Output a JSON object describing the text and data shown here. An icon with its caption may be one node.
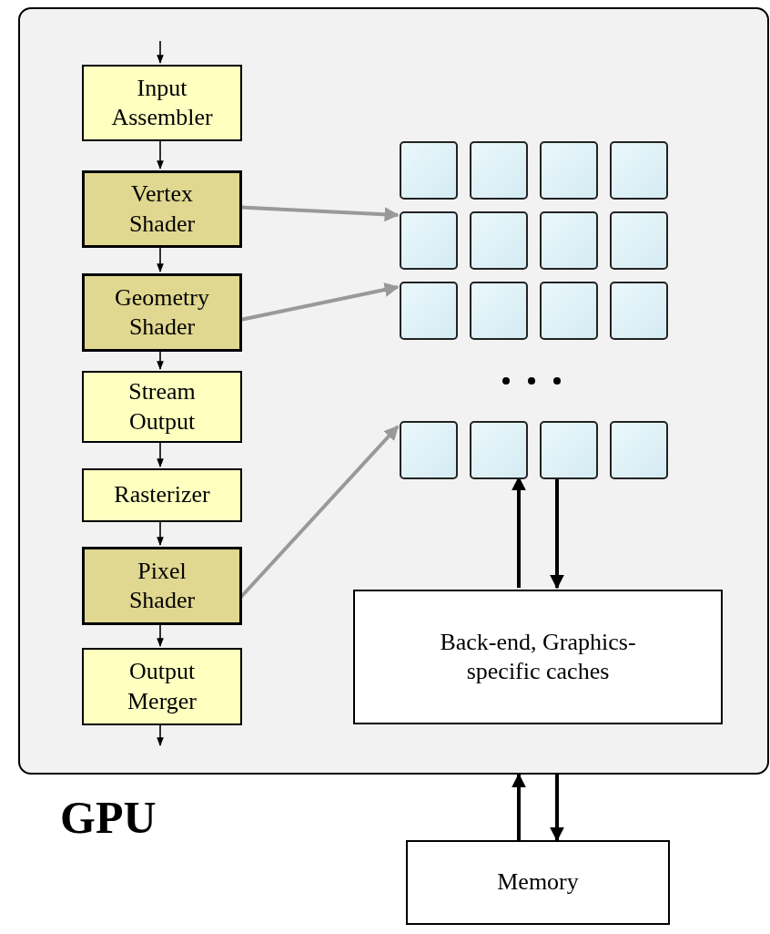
{
  "diagram": {
    "nodes": [
      {
        "text": [
          "GPU"
        ]
      },
      {
        "text": [
          "Input Assembler"
        ],
        "in": 0
      },
      {
        "text": [
          "Vertex Shader"
        ],
        "in": 0
      },
      {
        "text": [
          "Geometry Shader"
        ],
        "in": 0
      },
      {
        "text": [
          "Stream Output"
        ],
        "in": 0
      },
      {
        "text": [
          "Rasterizer"
        ],
        "in": 0
      },
      {
        "text": [
          "Pixel Shader"
        ],
        "in": 0
      },
      {
        "text": [
          "Output Merger"
        ],
        "in": 0
      },
      {
        "text": [],
        "shape": "box",
        "in": 0
      },
      {
        "text": [],
        "shape": "box",
        "in": 0
      },
      {
        "text": [],
        "shape": "box",
        "in": 0
      },
      {
        "text": [],
        "shape": "box",
        "in": 0
      },
      {
        "text": [],
        "shape": "box",
        "in": 0
      },
      {
        "text": [],
        "shape": "box",
        "in": 0
      },
      {
        "text": [],
        "shape": "box",
        "in": 0
      },
      {
        "text": [],
        "shape": "box",
        "in": 0
      },
      {
        "text": [],
        "shape": "box",
        "in": 0
      },
      {
        "text": [],
        "shape": "box",
        "in": 0
      },
      {
        "text": [],
        "shape": "box",
        "in": 0
      },
      {
        "text": [],
        "shape": "box",
        "in": 0
      },
      {
        "text": [],
        "shape": "box",
        "in": 0
      },
      {
        "text": [],
        "shape": "box",
        "in": 0
      },
      {
        "text": [],
        "shape": "box",
        "in": 0
      },
      {
        "text": [],
        "shape": "box",
        "in": 0
      },
      {
        "text": [
          "Back-end, Graphics-specific caches"
        ],
        "in": 0
      },
      {
        "text": [
          "Memory"
        ]
      }
    ],
    "edges": [
      {
        "from": null,
        "to": 1,
        "arrow": "to"
      },
      {
        "from": 1,
        "to": 2,
        "arrow": "to"
      },
      {
        "from": 2,
        "to": 3,
        "arrow": "to"
      },
      {
        "from": 3,
        "to": 4,
        "arrow": "to"
      },
      {
        "from": 4,
        "to": 5,
        "arrow": "to"
      },
      {
        "from": 5,
        "to": 6,
        "arrow": "to"
      },
      {
        "from": 6,
        "to": 7,
        "arrow": "to"
      },
      {
        "from": 7,
        "to": null,
        "arrow": "to"
      },
      {
        "from": 2,
        "to": 12,
        "arrow": "to",
        "style": "thick",
        "color": "#999999"
      },
      {
        "from": 3,
        "to": 16,
        "arrow": "to",
        "style": "thick",
        "color": "#999999"
      },
      {
        "from": 6,
        "to": 20,
        "arrow": "to",
        "style": "thick",
        "color": "#999999"
      },
      {
        "from": 24,
        "to": 21,
        "arrow": "to",
        "style": "thick"
      },
      {
        "from": 22,
        "to": 24,
        "arrow": "to",
        "style": "thick"
      },
      {
        "from": 25,
        "to": 0,
        "arrow": "to",
        "style": "thick"
      },
      {
        "from": 0,
        "to": 25,
        "arrow": "to",
        "style": "thick"
      }
    ]
  }
}
